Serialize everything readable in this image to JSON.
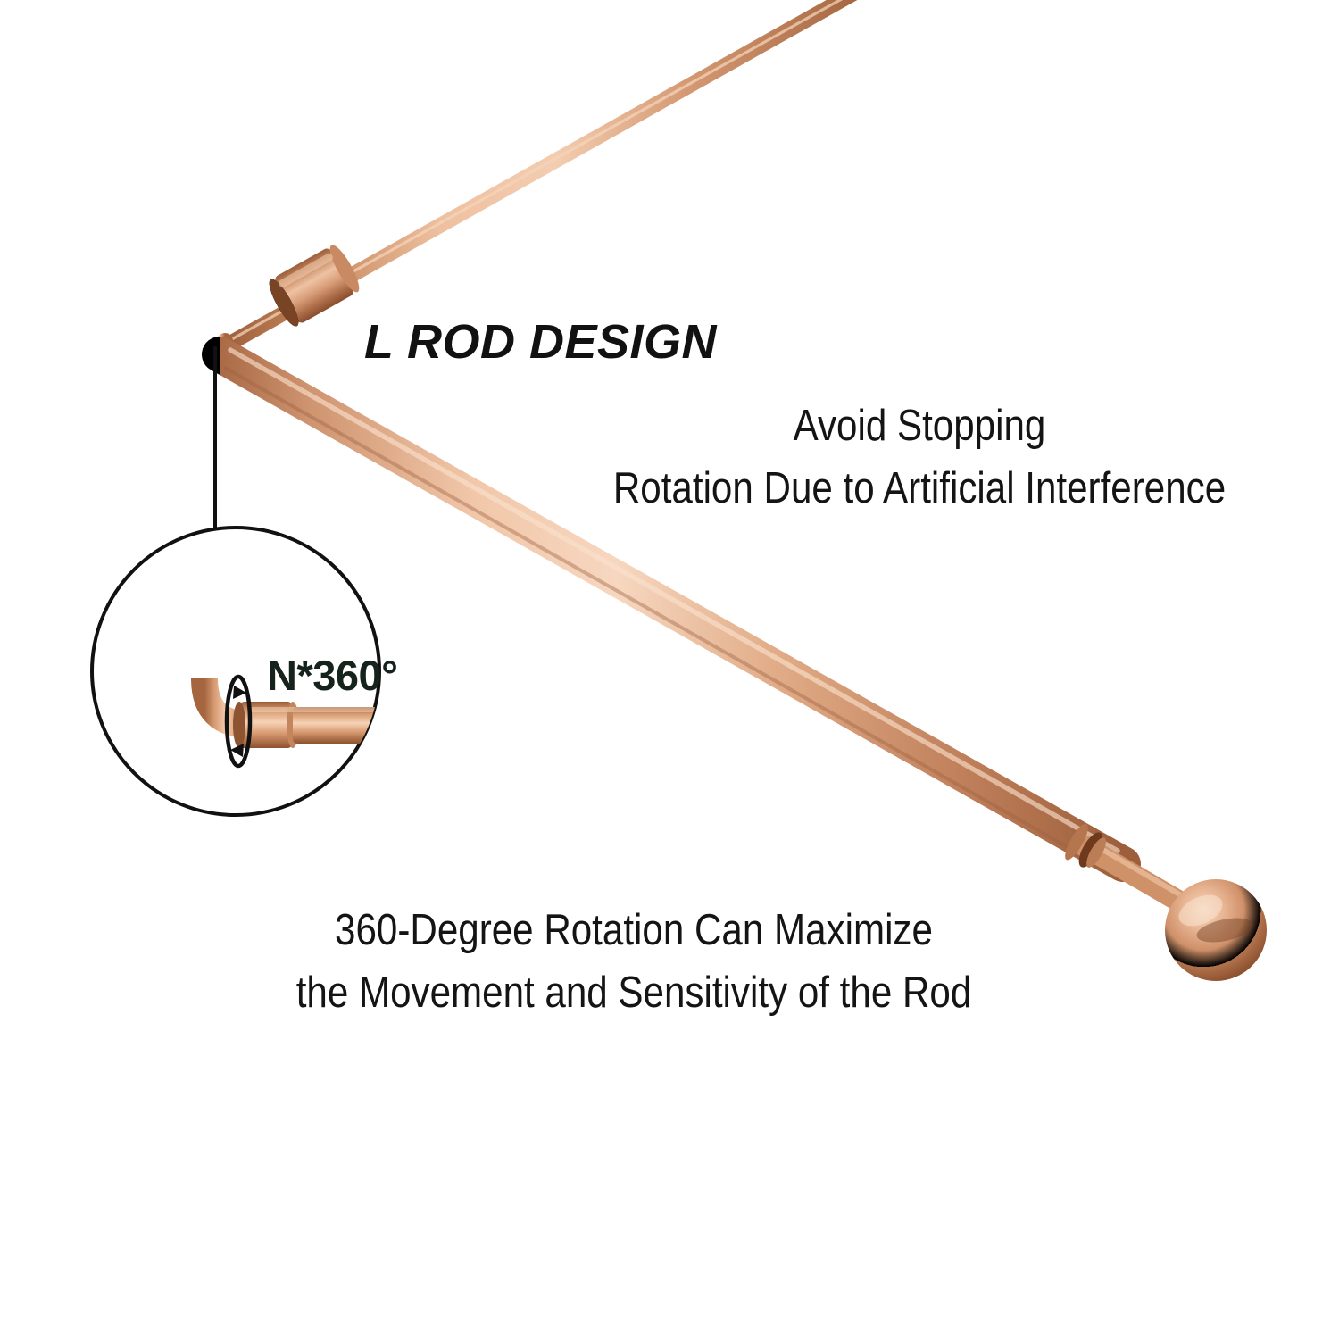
{
  "product": {
    "name": "copper L-rod dowsing rod",
    "material_color": "#c98f6a",
    "background_color": "#ffffff"
  },
  "headline": {
    "title": "L ROD DESIGN"
  },
  "callout_right": {
    "line1": "Avoid Stopping",
    "line2": "Rotation Due to Artificial Interference"
  },
  "callout_bottom": {
    "line1": "360-Degree Rotation Can Maximize",
    "line2": "the Movement and Sensitivity of the Rod"
  },
  "magnifier": {
    "rotation_label": "N*360°",
    "label_color": "#16231c",
    "outline_color": "#111111"
  },
  "colors": {
    "copper_light": "#f0c3a5",
    "copper_mid": "#d59a74",
    "copper_dark": "#a9apply",
    "copper_shadow": "#8c5533",
    "text": "#141414"
  }
}
